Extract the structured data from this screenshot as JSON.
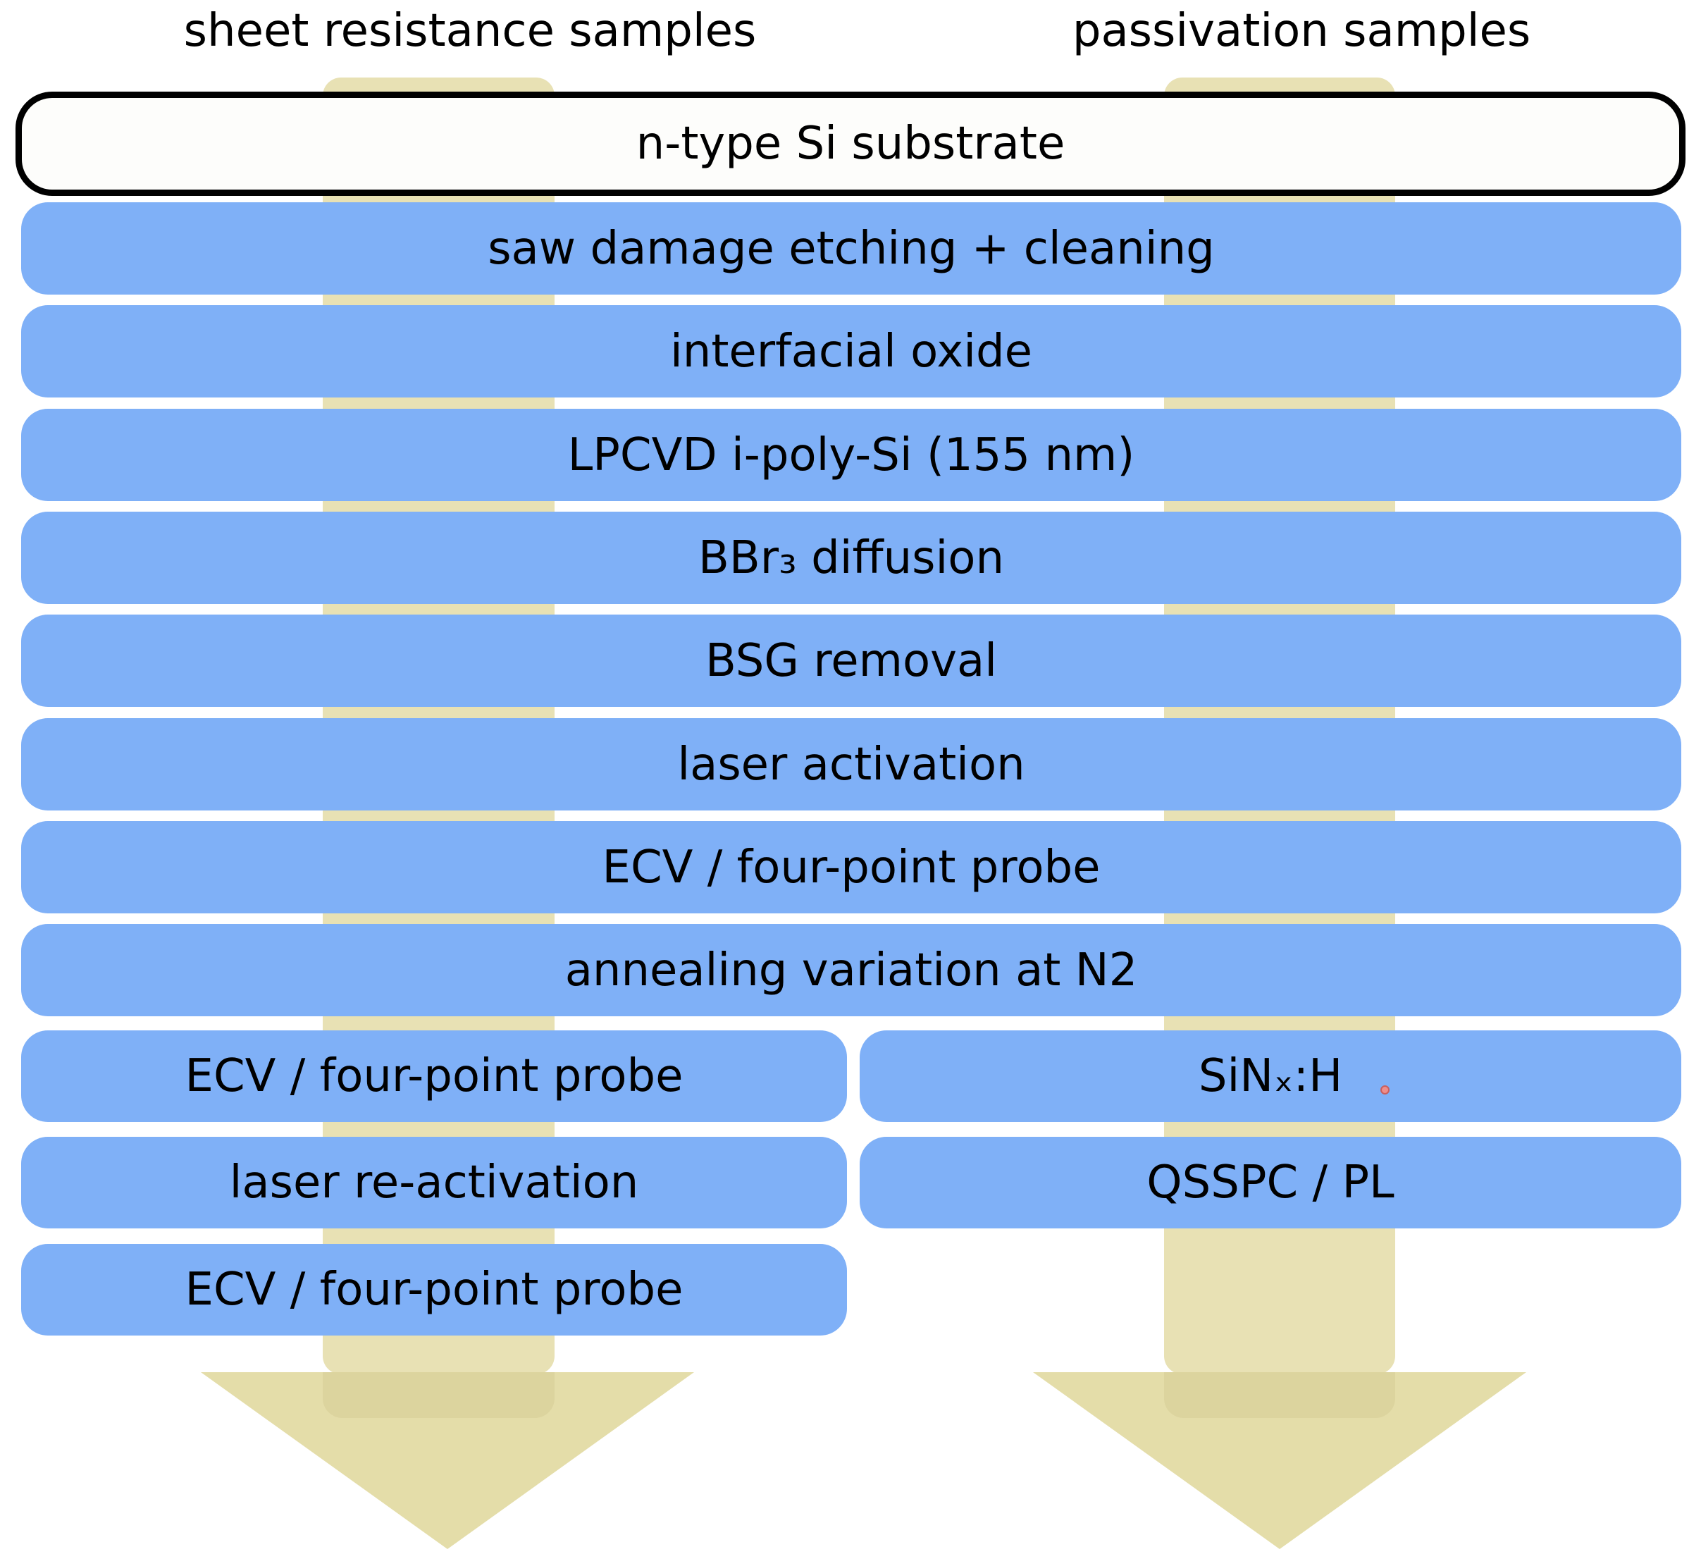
{
  "diagram": {
    "headers": {
      "left": "sheet resistance samples",
      "right": "passivation samples"
    },
    "substrate": "n-type Si substrate",
    "shared_steps": [
      "saw damage etching + cleaning",
      "interfacial oxide",
      "LPCVD i-poly-Si (155 nm)",
      "BBr₃ diffusion",
      "BSG removal",
      "laser activation",
      "ECV / four-point probe",
      "annealing variation at N2"
    ],
    "left_branch": [
      "ECV / four-point probe",
      "laser re-activation",
      "ECV / four-point probe"
    ],
    "right_branch": [
      "SiNₓ:H",
      "QSSPC / PL"
    ]
  },
  "theme": {
    "page-bg": "#ffffff",
    "text-color": "#000000",
    "step-blue": "#7fb0f7",
    "arrow-shaft": "#e8e1b4",
    "arrow-head": "#e4dda9",
    "arrow-overlap": "#dcd49e",
    "substrate-bg": "#fdfdfb",
    "substrate-border": "#000000",
    "dot-red": "#ef8e8c"
  }
}
